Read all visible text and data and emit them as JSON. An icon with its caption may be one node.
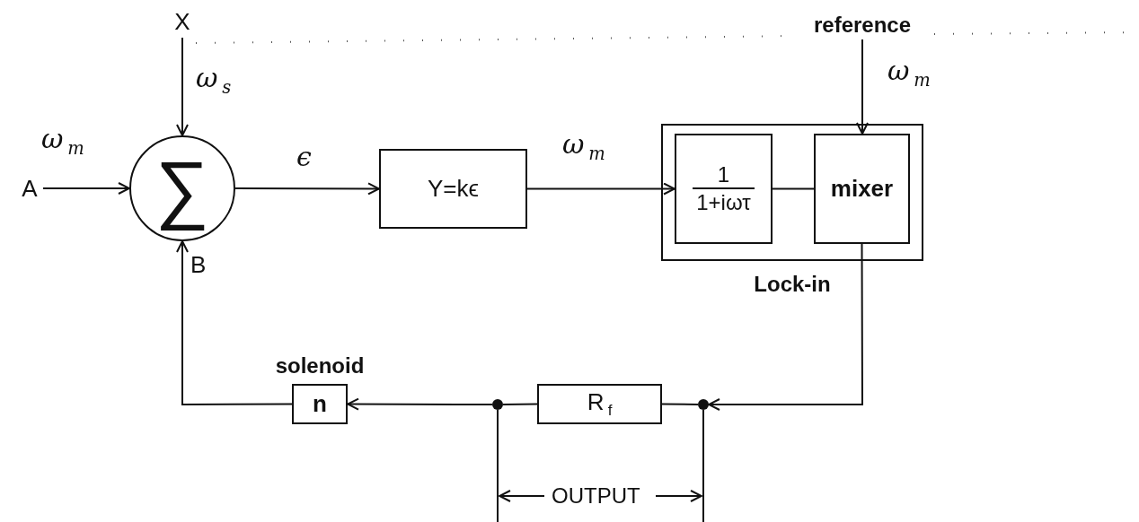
{
  "diagram": {
    "nodes": [
      {
        "text": [
          "A"
        ]
      },
      {
        "text": [
          "X"
        ]
      },
      {
        "text": [
          "∑"
        ]
      },
      {
        "text": [
          "Y=kϵ"
        ]
      },
      {
        "text": [
          "Lock-in"
        ]
      },
      {
        "text": [
          "1",
          "1+iωτ"
        ],
        "in": 4
      },
      {
        "text": [
          "mixer"
        ],
        "in": 4
      },
      {
        "text": [
          "reference"
        ]
      },
      {
        "text": [
          "R$_{f}$"
        ]
      },
      {
        "text": [
          "n"
        ],
        "beside": [
          "solenoid"
        ]
      },
      {
        "text": [],
        "shape": "circle"
      },
      {
        "text": [],
        "shape": "circle"
      }
    ],
    "edges": [
      {
        "from": 0,
        "to": 2,
        "arrow": "to",
        "label": "ω$_{m}$"
      },
      {
        "from": 1,
        "to": 2,
        "arrow": "to",
        "label": "ω$_{s}$"
      },
      {
        "from": 2,
        "to": 3,
        "arrow": "to",
        "label": "ϵ"
      },
      {
        "from": 3,
        "to": 5,
        "arrow": "to",
        "label": "ω$_{m}$"
      },
      {
        "from": 5,
        "to": 6,
        "arrow": "none"
      },
      {
        "from": 7,
        "to": 6,
        "arrow": "to",
        "label": "ω$_{m}$"
      },
      {
        "from": 6,
        "to": 11,
        "arrow": "to"
      },
      {
        "from": 11,
        "to": 8,
        "arrow": "none"
      },
      {
        "from": 8,
        "to": 10,
        "arrow": "none"
      },
      {
        "from": 10,
        "to": 9,
        "arrow": "to"
      },
      {
        "from": 9,
        "to": 2,
        "arrow": "to"
      },
      {
        "from": 10,
        "to": null,
        "arrow": "none"
      },
      {
        "from": 11,
        "to": null,
        "arrow": "none"
      }
    ],
    "labels": [
      "B",
      "OUTPUT"
    ]
  }
}
